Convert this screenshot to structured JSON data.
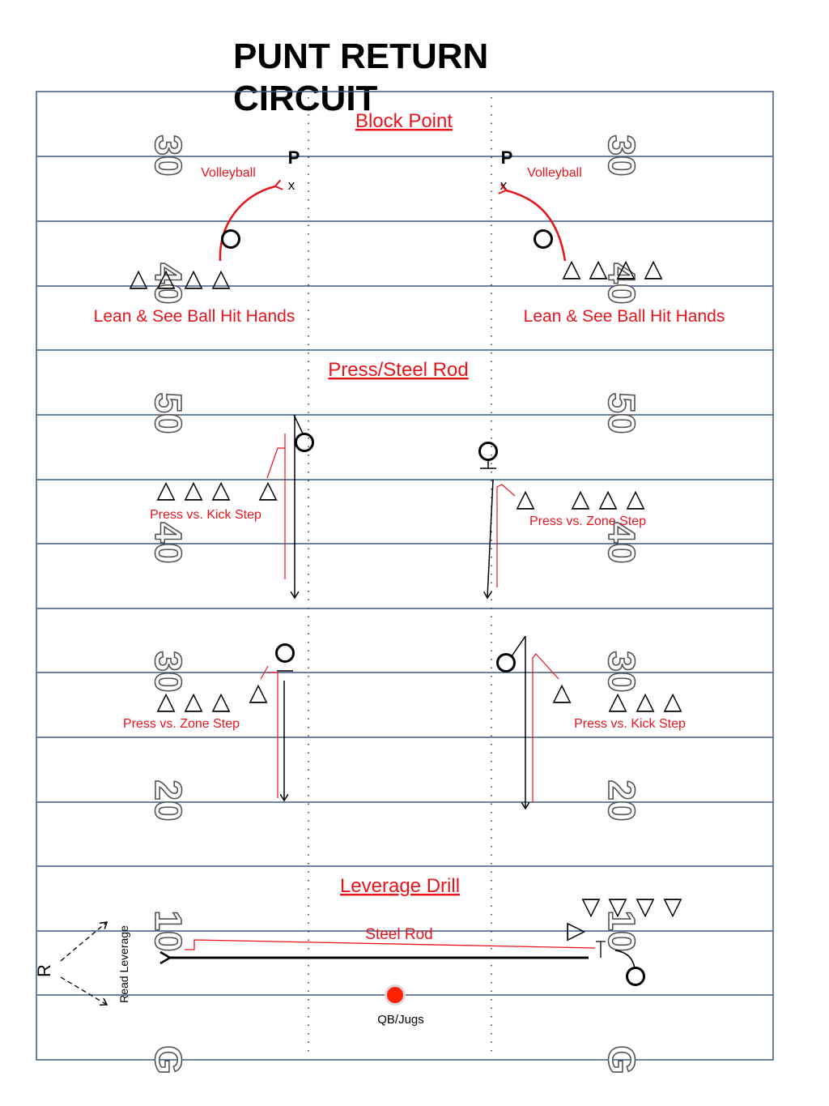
{
  "title": "PUNT RETURN CIRCUIT",
  "colors": {
    "field_line": "#3d5a80",
    "drill_text": "#e8141c",
    "ball": "#ff2200"
  },
  "yard_numbers": {
    "left": [
      "30",
      "40",
      "50",
      "40",
      "30",
      "20",
      "10",
      "G"
    ],
    "right": [
      "30",
      "40",
      "50",
      "40",
      "30",
      "20",
      "10",
      "G"
    ]
  },
  "sections": {
    "block_point": {
      "title": "Block Point",
      "punter_mark": "P",
      "kick_mark": "x",
      "volleyball_label": "Volleyball",
      "technique_label": "Lean & See Ball Hit Hands",
      "rushers_per_side": 4,
      "drill_stations": 2
    },
    "press_steel_rod": {
      "title": "Press/Steel Rod",
      "kick_step_label": "Press vs. Kick Step",
      "zone_step_label": "Press vs. Zone Step",
      "rows": 2,
      "gunners_per_side": 4
    },
    "leverage_drill": {
      "title": "Leverage Drill",
      "steel_rod_label": "Steel Rod",
      "read_leverage_label": "Read Leverage",
      "returner_mark": "R",
      "qb_label": "QB/Jugs",
      "defenders": 4
    }
  }
}
